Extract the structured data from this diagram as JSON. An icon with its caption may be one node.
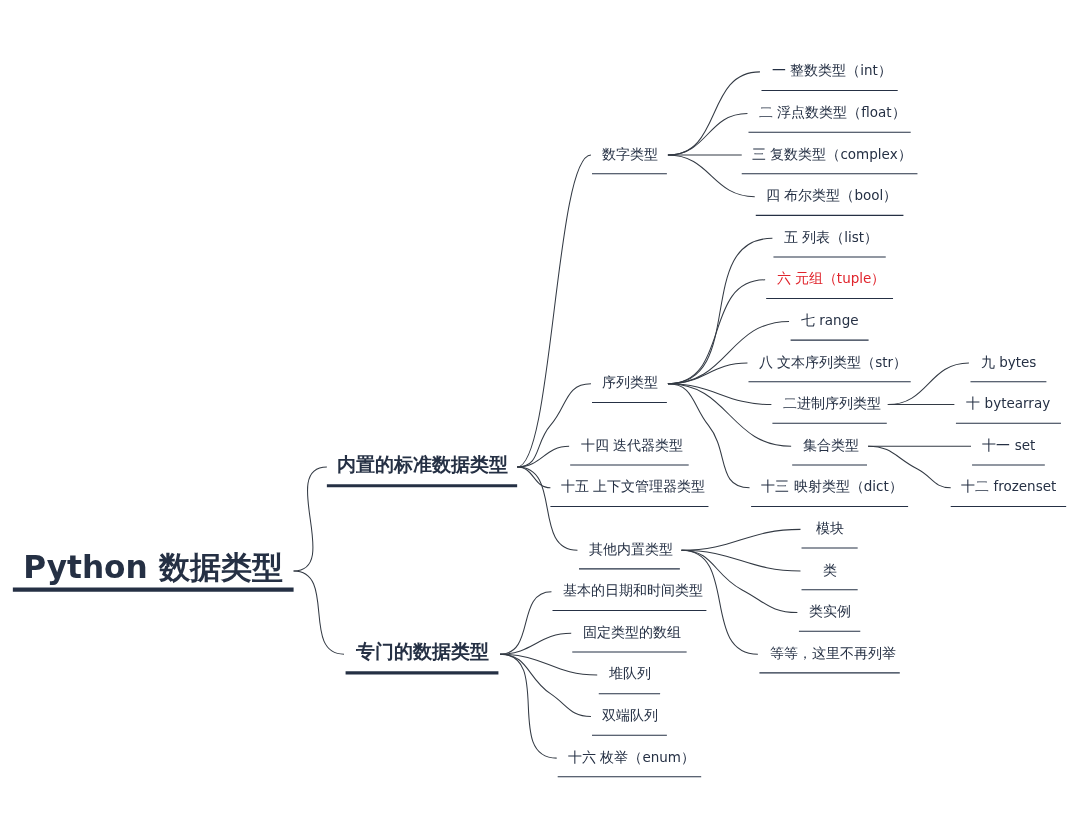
{
  "diagram": {
    "nodes": [
      {
        "text": [
          "Python 数据类型"
        ]
      },
      {
        "text": [
          "内置的标准数据类型"
        ]
      },
      {
        "text": [
          "数字类型"
        ]
      },
      {
        "text": [
          "一 整数类型（int）"
        ]
      },
      {
        "text": [
          "二 浮点数类型（float）"
        ]
      },
      {
        "text": [
          "三 复数类型（complex）"
        ]
      },
      {
        "text": [
          "四 布尔类型（bool）"
        ]
      },
      {
        "text": [
          "序列类型"
        ]
      },
      {
        "text": [
          "五 列表（list）"
        ]
      },
      {
        "text": [
          "六 元组（tuple）"
        ]
      },
      {
        "text": [
          "七 range"
        ]
      },
      {
        "text": [
          "八 文本序列类型（str）"
        ]
      },
      {
        "text": [
          "二进制序列类型"
        ]
      },
      {
        "text": [
          "九 bytes"
        ]
      },
      {
        "text": [
          "十 bytearray"
        ]
      },
      {
        "text": [
          "集合类型"
        ]
      },
      {
        "text": [
          "十一 set"
        ]
      },
      {
        "text": [
          "十二 frozenset"
        ]
      },
      {
        "text": [
          "十三 映射类型（dict）"
        ]
      },
      {
        "text": [
          "十四 迭代器类型"
        ]
      },
      {
        "text": [
          "十五 上下文管理器类型"
        ]
      },
      {
        "text": [
          "其他内置类型"
        ]
      },
      {
        "text": [
          "模块"
        ]
      },
      {
        "text": [
          "类"
        ]
      },
      {
        "text": [
          "类实例"
        ]
      },
      {
        "text": [
          "等等，这里不再列举"
        ]
      },
      {
        "text": [
          "专门的数据类型"
        ]
      },
      {
        "text": [
          "基本的日期和时间类型"
        ]
      },
      {
        "text": [
          "固定类型的数组"
        ]
      },
      {
        "text": [
          "堆队列"
        ]
      },
      {
        "text": [
          "双端队列"
        ]
      },
      {
        "text": [
          "十六 枚举（enum）"
        ]
      }
    ],
    "edges": [
      {
        "from": 0,
        "to": 1,
        "arrow": "none"
      },
      {
        "from": 1,
        "to": 2,
        "arrow": "none"
      },
      {
        "from": 2,
        "to": 3,
        "arrow": "none"
      },
      {
        "from": 2,
        "to": 4,
        "arrow": "none"
      },
      {
        "from": 2,
        "to": 5,
        "arrow": "none"
      },
      {
        "from": 2,
        "to": 6,
        "arrow": "none"
      },
      {
        "from": 1,
        "to": 7,
        "arrow": "none"
      },
      {
        "from": 7,
        "to": 8,
        "arrow": "none"
      },
      {
        "from": 7,
        "to": 9,
        "arrow": "none"
      },
      {
        "from": 7,
        "to": 10,
        "arrow": "none"
      },
      {
        "from": 7,
        "to": 11,
        "arrow": "none"
      },
      {
        "from": 7,
        "to": 12,
        "arrow": "none"
      },
      {
        "from": 12,
        "to": 13,
        "arrow": "none"
      },
      {
        "from": 12,
        "to": 14,
        "arrow": "none"
      },
      {
        "from": 7,
        "to": 15,
        "arrow": "none"
      },
      {
        "from": 15,
        "to": 16,
        "arrow": "none"
      },
      {
        "from": 15,
        "to": 17,
        "arrow": "none"
      },
      {
        "from": 7,
        "to": 18,
        "arrow": "none"
      },
      {
        "from": 1,
        "to": 19,
        "arrow": "none"
      },
      {
        "from": 1,
        "to": 20,
        "arrow": "none"
      },
      {
        "from": 1,
        "to": 21,
        "arrow": "none"
      },
      {
        "from": 21,
        "to": 22,
        "arrow": "none"
      },
      {
        "from": 21,
        "to": 23,
        "arrow": "none"
      },
      {
        "from": 21,
        "to": 24,
        "arrow": "none"
      },
      {
        "from": 21,
        "to": 25,
        "arrow": "none"
      },
      {
        "from": 0,
        "to": 26,
        "arrow": "none"
      },
      {
        "from": 26,
        "to": 27,
        "arrow": "none"
      },
      {
        "from": 26,
        "to": 28,
        "arrow": "none"
      },
      {
        "from": 26,
        "to": 29,
        "arrow": "none"
      },
      {
        "from": 26,
        "to": 30,
        "arrow": "none"
      },
      {
        "from": 26,
        "to": 31,
        "arrow": "none"
      }
    ]
  }
}
